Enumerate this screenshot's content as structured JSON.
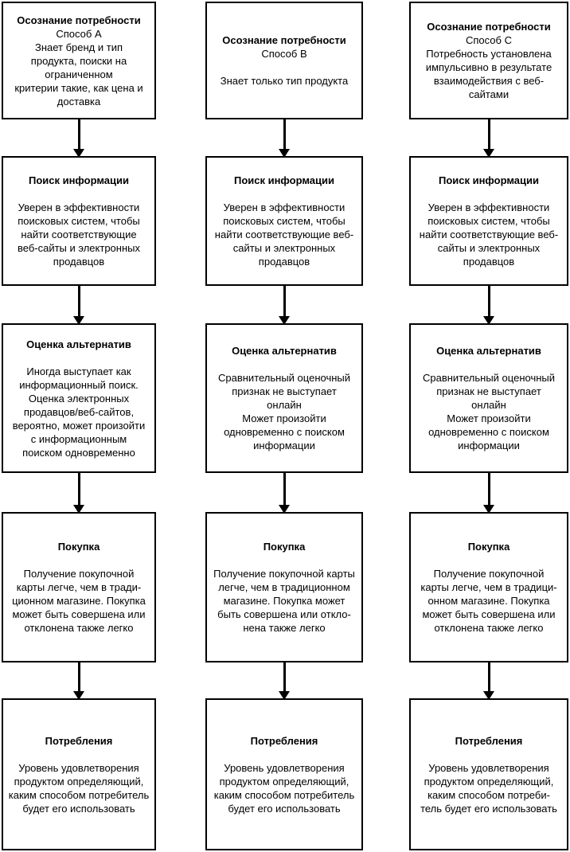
{
  "diagram": {
    "title": "Consumer decision process flowchart (three methods)",
    "columns": [
      {
        "name": "method-a",
        "boxes": [
          {
            "title": "Осознание потребности",
            "body": "Способ А\nЗнает бренд и тип\nпродукта, поиски на\nограниченном\nкритерии такие, как цена и\nдоставка"
          },
          {
            "title": "Поиск информации",
            "body": "Уверен в эффективности\nпоисковых систем, чтобы\nнайти соответствующие\nвеб-сайты и электронных\nпродавцов"
          },
          {
            "title": "Оценка альтернатив",
            "body": "Иногда выступает как\nинформационный поиск.\nОценка электронных\nпродавцов/веб-сайтов,\nвероятно, может произойти\nс информационным\nпоиском одновременно"
          },
          {
            "title": "Покупка",
            "body": "Получение покупочной\nкарты легче, чем в тради-\nционном магазине. Покупка\nможет быть совершена или\nотклонена также легко"
          },
          {
            "title": "Потребления",
            "body": "Уровень удовлетворения\nпродуктом определяющий,\nкаким способом потребитель\nбудет его использовать"
          }
        ]
      },
      {
        "name": "method-b",
        "boxes": [
          {
            "title": "Осознание потребности",
            "body": "Способ В\n\nЗнает только тип продукта"
          },
          {
            "title": "Поиск информации",
            "body": "Уверен в эффективности\nпоисковых систем, чтобы\nнайти соответствующие веб-\nсайты и электронных\nпродавцов"
          },
          {
            "title": "Оценка альтернатив",
            "body": "Сравнительный оценочный\nпризнак не выступает\nонлайн\nМожет произойти\nодновременно с поиском\nинформации"
          },
          {
            "title": "Покупка",
            "body": "Получение покупочной карты\nлегче, чем в традиционном\nмагазине. Покупка может\nбыть совершена или откло-\nнена также легко"
          },
          {
            "title": "Потребления",
            "body": "Уровень удовлетворения\nпродуктом определяющий,\nкаким способом потребитель\nбудет его использовать"
          }
        ]
      },
      {
        "name": "method-c",
        "boxes": [
          {
            "title": "Осознание потребности",
            "body": "Способ С\nПотребность установлена\nимпульсивно в результате\nвзаимодействия с веб-\nсайтами"
          },
          {
            "title": "Поиск информации",
            "body": "Уверен в эффективности\nпоисковых систем, чтобы\nнайти соответствующие веб-\nсайты и электронных\nпродавцов"
          },
          {
            "title": "Оценка альтернатив",
            "body": "Сравнительный оценочный\nпризнак не выступает\nонлайн\nМожет произойти\nодновременно с поиском\nинформации"
          },
          {
            "title": "Покупка",
            "body": "Получение покупочной\nкарты легче, чем в традици-\nонном магазине. Покупка\nможет быть совершена или\nотклонена также легко"
          },
          {
            "title": "Потребления",
            "body": "Уровень удовлетворения\nпродуктом определяющий,\nкаким способом потреби-\nтель будет его использовать"
          }
        ]
      }
    ],
    "colors": {
      "line": "#000000",
      "background": "#ffffff"
    }
  }
}
